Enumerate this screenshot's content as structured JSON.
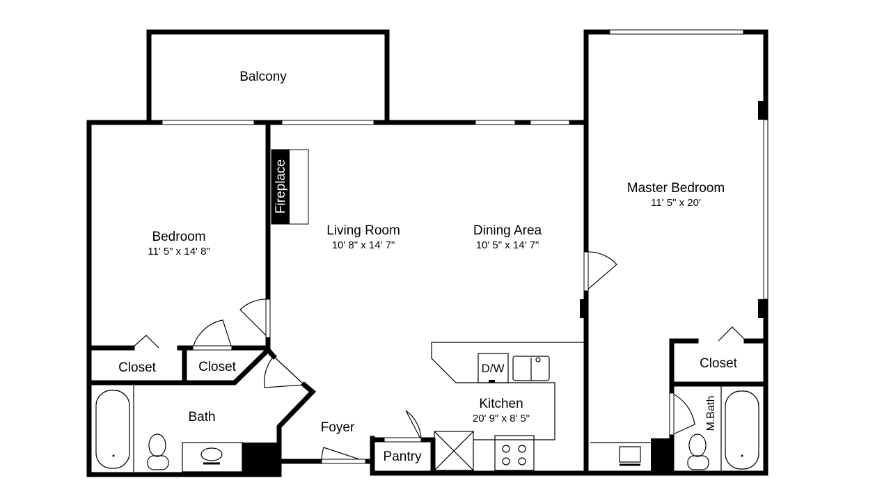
{
  "rooms": {
    "balcony": {
      "name": "Balcony"
    },
    "bedroom": {
      "name": "Bedroom",
      "dims": "11' 5\" x 14' 8\""
    },
    "living_room": {
      "name": "Living Room",
      "dims": "10' 8\" x 14' 7\""
    },
    "dining_area": {
      "name": "Dining Area",
      "dims": "10' 5\" x 14' 7\""
    },
    "master_bedroom": {
      "name": "Master Bedroom",
      "dims": "11' 5\" x 20'"
    },
    "kitchen": {
      "name": "Kitchen",
      "dims": "20' 9\" x 8' 5\""
    },
    "closet_1": {
      "name": "Closet"
    },
    "closet_2": {
      "name": "Closet"
    },
    "master_closet": {
      "name": "Closet"
    },
    "bath": {
      "name": "Bath"
    },
    "master_bath": {
      "name": "M.Bath"
    },
    "foyer": {
      "name": "Foyer"
    },
    "pantry": {
      "name": "Pantry"
    }
  },
  "fixtures": {
    "fireplace": "Fireplace",
    "dishwasher": "D/W"
  }
}
